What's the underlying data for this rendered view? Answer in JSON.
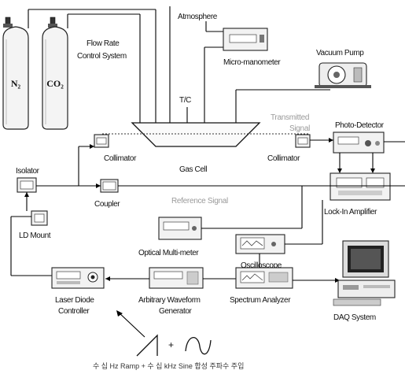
{
  "gases": {
    "n2": "N₂",
    "co2": "CO₂"
  },
  "labels": {
    "flow_rate_line1": "Flow Rate",
    "flow_rate_line2": "Control System",
    "atmosphere": "Atmosphere",
    "micro_manometer": "Micro-manometer",
    "vacuum_pump": "Vacuum Pump",
    "thermocouple": "T/C",
    "transmitted_line1": "Transmitted",
    "transmitted_line2": "Signal",
    "photo_detector": "Photo-Detector",
    "collimator_left": "Collimator",
    "gas_cell": "Gas Cell",
    "collimator_right": "Collimator",
    "isolator": "Isolator",
    "coupler": "Coupler",
    "reference_signal": "Reference Signal",
    "lock_in_amplifier": "Lock-In Amplifier",
    "ld_mount": "LD Mount",
    "optical_multimeter": "Optical Multi-meter",
    "oscilloscope": "Oscilloscope",
    "laser_diode_line1": "Laser Diode",
    "laser_diode_line2": "Controller",
    "arbitrary_line1": "Arbitrary Waveform",
    "arbitrary_line2": "Generator",
    "spectrum_analyzer": "Spectrum Analyzer",
    "daq_system": "DAQ System",
    "plus_sign": "+",
    "bottom_caption": "수 십 Hz Ramp + 수 십 kHz Sine 합성 주파수 주입"
  }
}
